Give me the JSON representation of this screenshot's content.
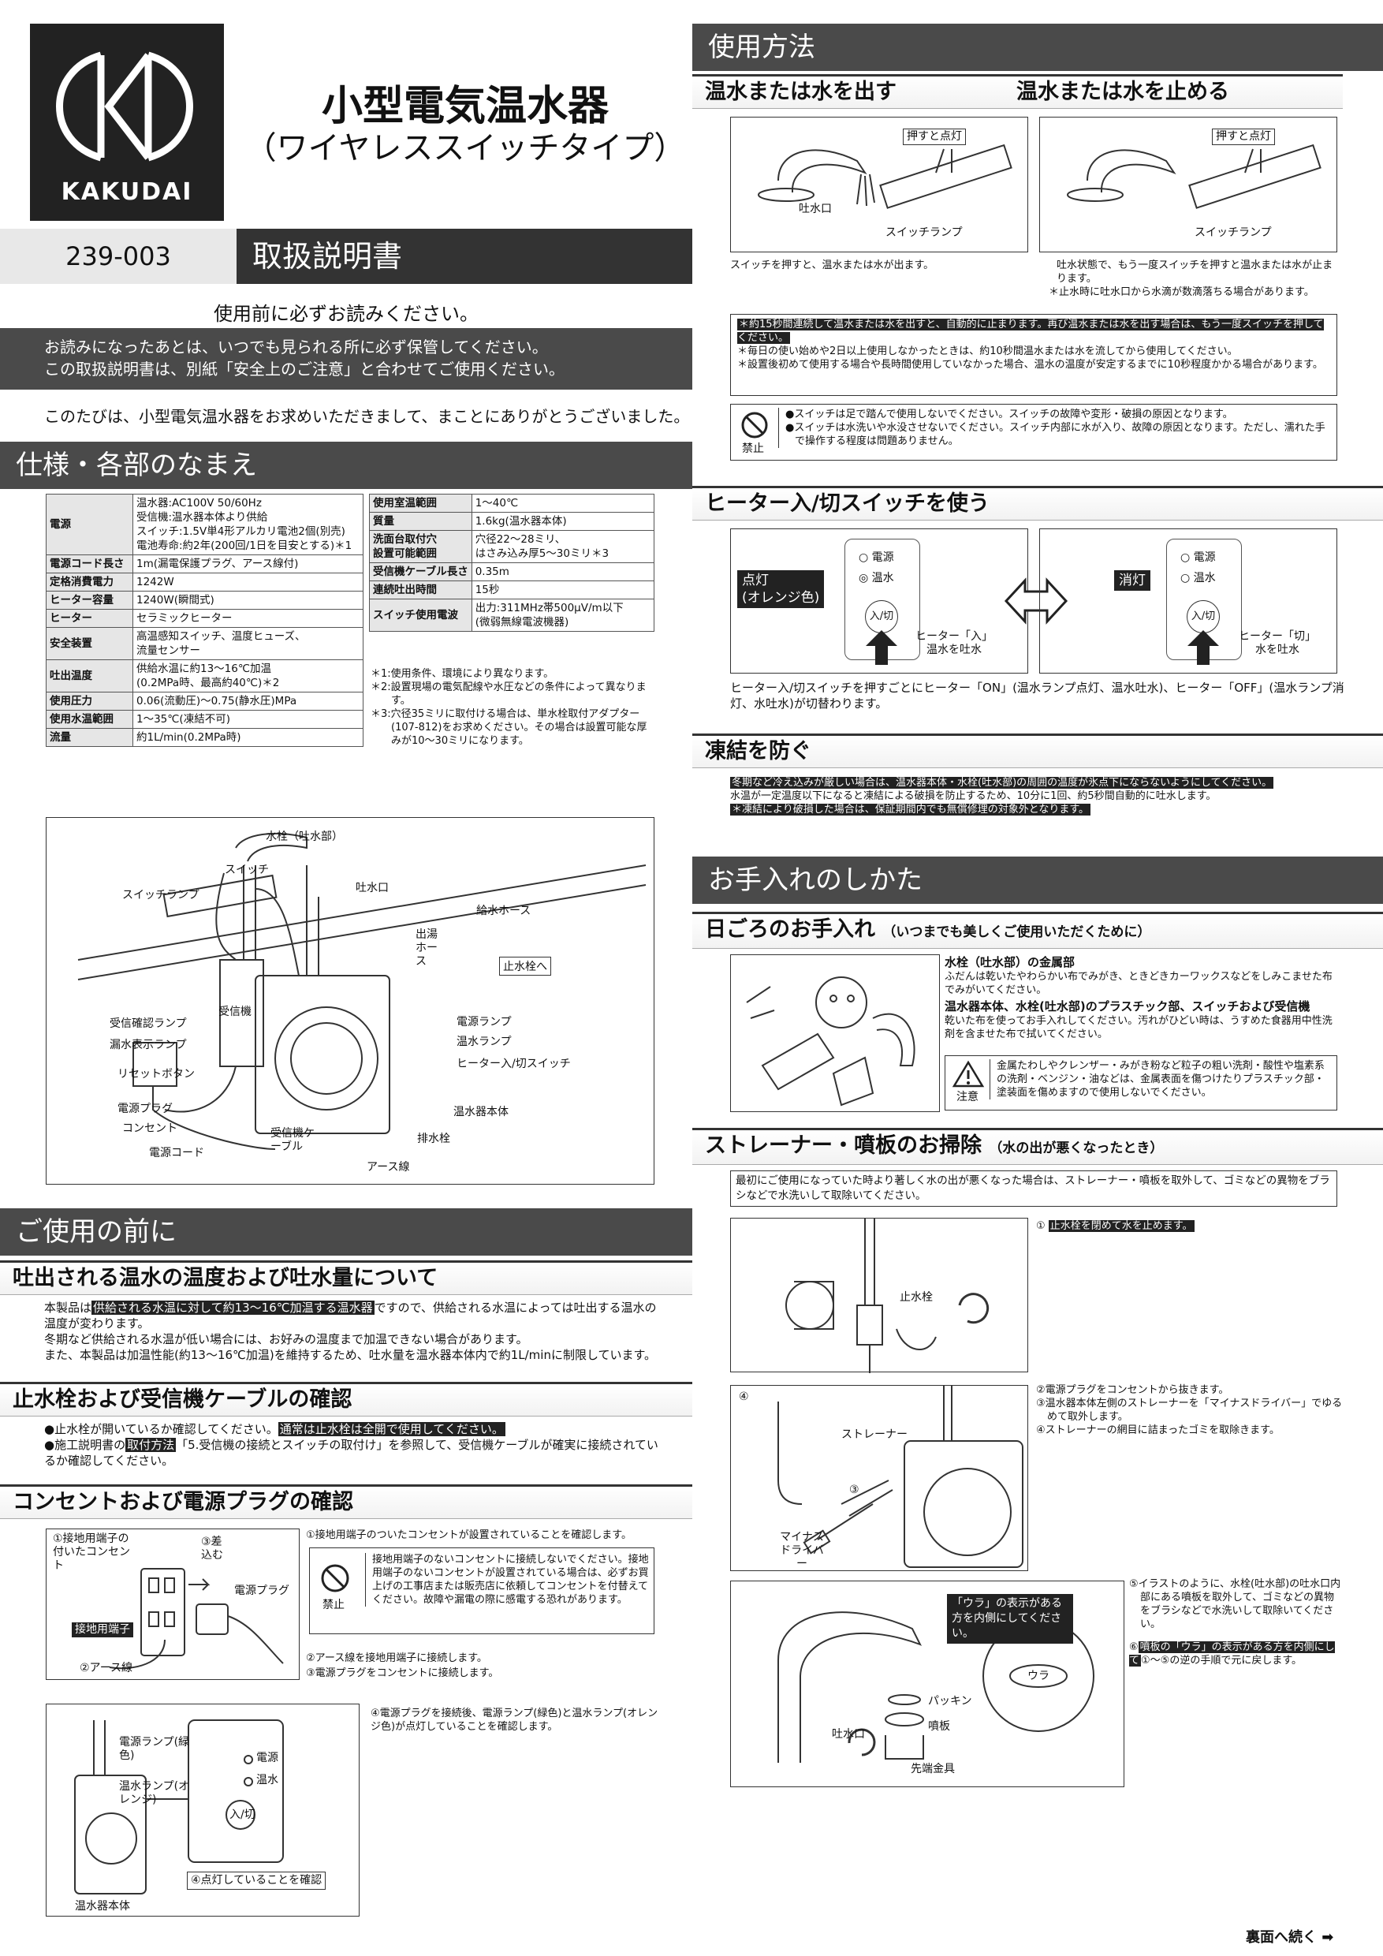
{
  "brand": "KAKUDAI",
  "title": "小型電気温水器",
  "subtitle": "（ワイヤレススイッチタイプ）",
  "model": "239-003",
  "doc_type": "取扱説明書",
  "read_first": "使用前に必ずお読みください。",
  "notice": [
    "お読みになったあとは、いつでも見られる所に必ず保管してください。",
    "この取扱説明書は、別紙「安全上のご注意」と合わせてご使用ください。"
  ],
  "thanks": "このたびは、小型電気温水器をお求めいただきまして、まことにありがとうございました。",
  "spec": {
    "heading": "仕様・各部のなまえ",
    "left": [
      {
        "k": "電源",
        "v": [
          "温水器:AC100V 50/60Hz",
          "受信機:温水器本体より供給",
          "スイッチ:1.5V単4形アルカリ電池2個(別売)",
          "電池寿命:約2年(200回/1日を目安とする)＊1"
        ]
      },
      {
        "k": "電源コード長さ",
        "v": [
          "1m(漏電保護プラグ、アース線付)"
        ]
      },
      {
        "k": "定格消費電力",
        "v": [
          "1242W"
        ]
      },
      {
        "k": "ヒーター容量",
        "v": [
          "1240W(瞬間式)"
        ]
      },
      {
        "k": "ヒーター",
        "v": [
          "セラミックヒーター"
        ]
      },
      {
        "k": "安全装置",
        "v": [
          "高温感知スイッチ、温度ヒューズ、",
          "流量センサー"
        ]
      },
      {
        "k": "吐出温度",
        "v": [
          "供給水温に約13〜16℃加温",
          "(0.2MPa時、最高約40℃)＊2"
        ]
      },
      {
        "k": "使用圧力",
        "v": [
          "0.06(流動圧)〜0.75(静水圧)MPa"
        ]
      },
      {
        "k": "使用水温範囲",
        "v": [
          "1〜35℃(凍結不可)"
        ]
      },
      {
        "k": "流量",
        "v": [
          "約1L/min(0.2MPa時)"
        ]
      }
    ],
    "right": [
      {
        "k": "使用室温範囲",
        "v": [
          "1〜40℃"
        ]
      },
      {
        "k": "質量",
        "v": [
          "1.6kg(温水器本体)"
        ]
      },
      {
        "k": "洗面台取付穴\n設置可能範囲",
        "v": [
          "穴径22〜28ミリ、",
          "はさみ込み厚5〜30ミリ＊3"
        ]
      },
      {
        "k": "受信機ケーブル長さ",
        "v": [
          "0.35m"
        ]
      },
      {
        "k": "連続吐出時間",
        "v": [
          "15秒"
        ]
      },
      {
        "k": "スイッチ使用電波",
        "v": [
          "出力:311MHz帯500μV/m以下",
          "(微弱無線電波機器)"
        ]
      }
    ],
    "notes": [
      "＊1:使用条件、環境により異なります。",
      "＊2:設置現場の電気配線や水圧などの条件によって異なります。",
      "＊3:穴径35ミリに取付ける場合は、単水栓取付アダプター(107-812)をお求めください。その場合は設置可能な厚みが10〜30ミリになります。"
    ]
  },
  "parts": {
    "faucet": "水栓（吐水部）",
    "switch": "スイッチ",
    "switch_lamp": "スイッチランプ",
    "spout": "吐水口",
    "supply_hose": "給水ホース",
    "outlet_hose": "出湯ホース",
    "to_valve": "止水栓へ",
    "receiver": "受信機",
    "recv_lamp": "受信確認ランプ",
    "leak_lamp": "漏水表示ランプ",
    "reset": "リセットボタン",
    "plug": "電源プラグ",
    "outlet": "コンセント",
    "cord": "電源コード",
    "recv_cable": "受信機ケーブル",
    "earth": "アース線",
    "power_lamp": "電源ランプ",
    "hot_lamp": "温水ランプ",
    "heater_sw": "ヒーター入/切スイッチ",
    "body": "温水器本体",
    "drain": "排水栓"
  },
  "before": {
    "heading": "ご使用の前に",
    "s1": "吐出される温水の温度および吐水量について",
    "s1_text": [
      "本製品は",
      "供給される水温に対して約13〜16℃加温する温水器",
      "ですので、供給される水温によっては吐出する温水の温度が変わります。",
      "冬期など供給される水温が低い場合には、お好みの温度まで加温できない場合があります。",
      "また、本製品は加温性能(約13〜16℃加温)を維持するため、吐水量を温水器本体内で約1L/minに制限しています。"
    ],
    "s2": "止水栓および受信機ケーブルの確認",
    "s2_text": [
      "●止水栓が開いているか確認してください。",
      "通常は止水栓は全開で使用してください。",
      "●施工説明書の",
      "取付方法",
      "「5.受信機の接続とスイッチの取付け」を参照して、受信機ケーブルが確実に接続されているか確認してください。"
    ],
    "s3": "コンセントおよび電源プラグの確認",
    "s3_steps": [
      "①接地用端子のついたコンセントが設置されていることを確認します。",
      "②アース線を接地用端子に接続します。",
      "③電源プラグをコンセントに接続します。",
      "④電源プラグを接続後、電源ランプ(緑色)と温水ランプ(オレンジ色)が点灯していることを確認します。"
    ],
    "s3_warn": "接地用端子のないコンセントに接続しないでください。接地用端子のないコンセントが設置されている場合は、必ずお買上げの工事店または販売店に依頼してコンセントを付替えてください。故障や漏電の際に感電する恐れがあります。",
    "forbid": "禁止",
    "fig1": [
      "①接地用端子の付いたコンセント",
      "③差込む",
      "電源プラグ",
      "接地用端子",
      "②アース線"
    ],
    "fig2": [
      "電源ランプ(緑色)",
      "温水ランプ(オレンジ)",
      "電源",
      "温水",
      "入/切",
      "④点灯していることを確認",
      "温水器本体"
    ]
  },
  "usage": {
    "heading": "使用方法",
    "on_title": "温水または水を出す",
    "off_title": "温水または水を止める",
    "push_lamp": "押すと点灯",
    "spout": "吐水口",
    "switch_lamp": "スイッチランプ",
    "on_text": "スイッチを押すと、温水または水が出ます。",
    "off_text": [
      "吐水状態で、もう一度スイッチを押すと温水または水が止まります。",
      "＊止水時に吐水口から水滴が数滴落ちる場合があります。"
    ],
    "notes": [
      "＊約15秒間連続して温水または水を出すと、自動的に止まります。再び温水または水を出す場合は、もう一度スイッチを押してください。",
      "＊毎日の使い始めや2日以上使用しなかったときは、約10秒間温水または水を流してから使用してください。",
      "＊設置後初めて使用する場合や長時間使用していなかった場合、温水の温度が安定するまでに10秒程度かかる場合があります。"
    ],
    "prohibit": [
      "●スイッチは足で踏んで使用しないでください。スイッチの故障や変形・破損の原因となります。",
      "●スイッチは水洗いや水没させないでください。スイッチ内部に水が入り、故障の原因となります。ただし、濡れた手で操作する程度は問題ありません。"
    ]
  },
  "heater": {
    "heading": "ヒーター入/切スイッチを使う",
    "on_badge": "点灯\n(オレンジ色)",
    "off_badge": "消灯",
    "power": "電源",
    "hot": "温水",
    "btn": "入/切",
    "on_label": "ヒーター「入」\n温水を吐水",
    "off_label": "ヒーター「切」\n水を吐水",
    "text": "ヒーター入/切スイッチを押すごとにヒーター「ON」(温水ランプ点灯、温水吐水)、ヒーター「OFF」(温水ランプ消灯、水吐水)が切替わります。"
  },
  "freeze": {
    "heading": "凍結を防ぐ",
    "t1": "冬期など冷え込みが厳しい場合は、温水器本体・水栓(吐水部)の周囲の温度が氷点下にならないようにしてください。",
    "t2": "水温が一定温度以下になると凍結による破損を防止するため、10分に1回、約5秒間自動的に吐水します。",
    "t3": "＊凍結により破損した場合は、保証期間内でも無償修理の対象外となります。"
  },
  "care": {
    "heading": "お手入れのしかた",
    "daily": "日ごろのお手入れ",
    "daily_sub": "（いつまでも美しくご使用いただくために）",
    "metal_title": "水栓（吐水部）の金属部",
    "metal_text": "ふだんは乾いたやわらかい布でみがき、ときどきカーワックスなどをしみこませた布でみがいてください。",
    "plastic_title": "温水器本体、水栓(吐水部)のプラスチック部、スイッチおよび受信機",
    "plastic_text": "乾いた布を使ってお手入れしてください。汚れがひどい時は、うすめた食器用中性洗剤を含ませた布で拭いてください。",
    "caution": "注意",
    "caution_text": "金属たわしやクレンザー・みがき粉など粒子の粗い洗剤・酸性や塩素系の洗剤・ベンジン・油などは、金属表面を傷つけたりプラスチック部・塗装面を傷めますので使用しないでください。",
    "strainer": "ストレーナー・噴板のお掃除",
    "strainer_sub": "（水の出が悪くなったとき）",
    "intro": "最初にご使用になっていた時より著しく水の出が悪くなった場合は、ストレーナー・噴板を取外して、ゴミなどの異物をブラシなどで水洗いして取除いてください。",
    "step1": "止水栓を閉めて水を止めます。",
    "valve": "止水栓",
    "steps2": [
      "②電源プラグをコンセントから抜きます。",
      "③温水器本体左側のストレーナーを「マイナスドライバー」でゆるめて取外します。",
      "④ストレーナーの網目に詰まったゴミを取除きます。"
    ],
    "fig_s": [
      "ストレーナー",
      "マイナスドライバー"
    ],
    "step5": "⑤イラストのように、水栓(吐水部)の吐水口内部にある噴板を取外して、ゴミなどの異物をブラシなどで水洗いして取除いてください。",
    "step6": [
      "⑥",
      "噴板の「ウラ」の表示がある方を内側にして",
      "①〜⑤の逆の手順で元に戻します。"
    ],
    "ura": "「ウラ」の表示がある方を内側にしてください。",
    "fig_n": [
      "パッキン",
      "噴板",
      "先端金具",
      "吐水口",
      "ウラ"
    ]
  },
  "footer": "裏面へ続く"
}
